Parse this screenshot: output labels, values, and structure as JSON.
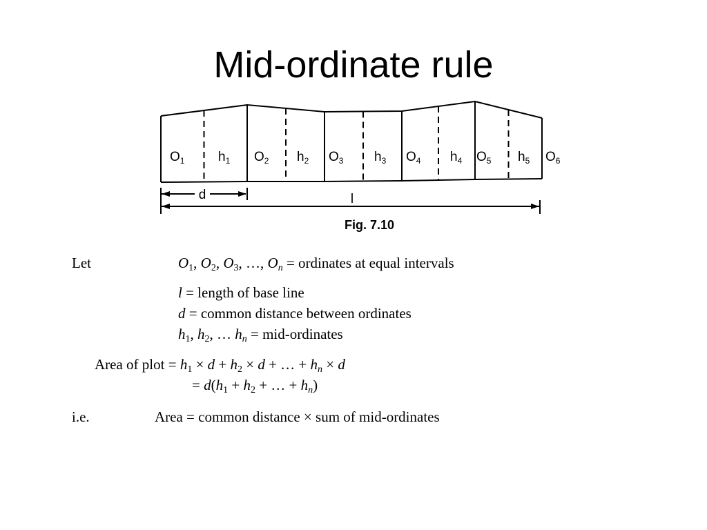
{
  "title": "Mid-ordinate rule",
  "figure": {
    "caption": "Fig. 7.10",
    "ordinate_labels": [
      {
        "base": "O",
        "sub": "1"
      },
      {
        "base": "O",
        "sub": "2"
      },
      {
        "base": "O",
        "sub": "3"
      },
      {
        "base": "O",
        "sub": "4"
      },
      {
        "base": "O",
        "sub": "5"
      },
      {
        "base": "O",
        "sub": "6"
      }
    ],
    "mid_ordinate_labels": [
      {
        "base": "h",
        "sub": "1"
      },
      {
        "base": "h",
        "sub": "2"
      },
      {
        "base": "h",
        "sub": "3"
      },
      {
        "base": "h",
        "sub": "4"
      },
      {
        "base": "h",
        "sub": "5"
      }
    ],
    "d_label": "d",
    "l_label": "l"
  },
  "text_lines": [
    {
      "name": "let-label",
      "segments": [
        {
          "t": "Let"
        }
      ]
    },
    {
      "name": "ordinates-definition",
      "segments": [
        {
          "t": "O",
          "i": true
        },
        {
          "t": "1",
          "sub": true
        },
        {
          "t": ", "
        },
        {
          "t": "O",
          "i": true
        },
        {
          "t": "2",
          "sub": true
        },
        {
          "t": ", "
        },
        {
          "t": "O",
          "i": true
        },
        {
          "t": "3",
          "sub": true
        },
        {
          "t": ", …, "
        },
        {
          "t": "O",
          "i": true
        },
        {
          "t": "n",
          "sub": true,
          "i": true
        },
        {
          "t": " = ordinates at equal intervals"
        }
      ]
    },
    {
      "name": "length-definition",
      "segments": [
        {
          "t": "l",
          "i": true
        },
        {
          "t": " = length of base line"
        }
      ]
    },
    {
      "name": "distance-definition",
      "segments": [
        {
          "t": "d",
          "i": true
        },
        {
          "t": " = common distance between ordinates"
        }
      ]
    },
    {
      "name": "mid-ordinates-definition",
      "segments": [
        {
          "t": "h",
          "i": true
        },
        {
          "t": "1",
          "sub": true
        },
        {
          "t": ", "
        },
        {
          "t": "h",
          "i": true
        },
        {
          "t": "2",
          "sub": true
        },
        {
          "t": ", … "
        },
        {
          "t": "h",
          "i": true
        },
        {
          "t": "n",
          "sub": true,
          "i": true
        },
        {
          "t": " = mid-ordinates"
        }
      ]
    },
    {
      "name": "area-formula",
      "segments": [
        {
          "t": "Area of plot = "
        },
        {
          "t": "h",
          "i": true
        },
        {
          "t": "1",
          "sub": true
        },
        {
          "t": " × "
        },
        {
          "t": "d",
          "i": true
        },
        {
          "t": " + "
        },
        {
          "t": "h",
          "i": true
        },
        {
          "t": "2",
          "sub": true
        },
        {
          "t": " × "
        },
        {
          "t": "d",
          "i": true
        },
        {
          "t": " + … + "
        },
        {
          "t": "h",
          "i": true
        },
        {
          "t": "n",
          "sub": true,
          "i": true
        },
        {
          "t": " × "
        },
        {
          "t": "d",
          "i": true
        }
      ]
    },
    {
      "name": "area-formula-simplified",
      "segments": [
        {
          "t": "= "
        },
        {
          "t": "d",
          "i": true
        },
        {
          "t": "("
        },
        {
          "t": "h",
          "i": true
        },
        {
          "t": "1",
          "sub": true
        },
        {
          "t": " + "
        },
        {
          "t": "h",
          "i": true
        },
        {
          "t": "2",
          "sub": true
        },
        {
          "t": " + … + "
        },
        {
          "t": "h",
          "i": true
        },
        {
          "t": "n",
          "sub": true,
          "i": true
        },
        {
          "t": ")"
        }
      ]
    },
    {
      "name": "ie-label",
      "segments": [
        {
          "t": "i.e."
        }
      ]
    },
    {
      "name": "area-conclusion",
      "segments": [
        {
          "t": "Area = common distance × sum of mid-ordinates"
        }
      ]
    }
  ]
}
